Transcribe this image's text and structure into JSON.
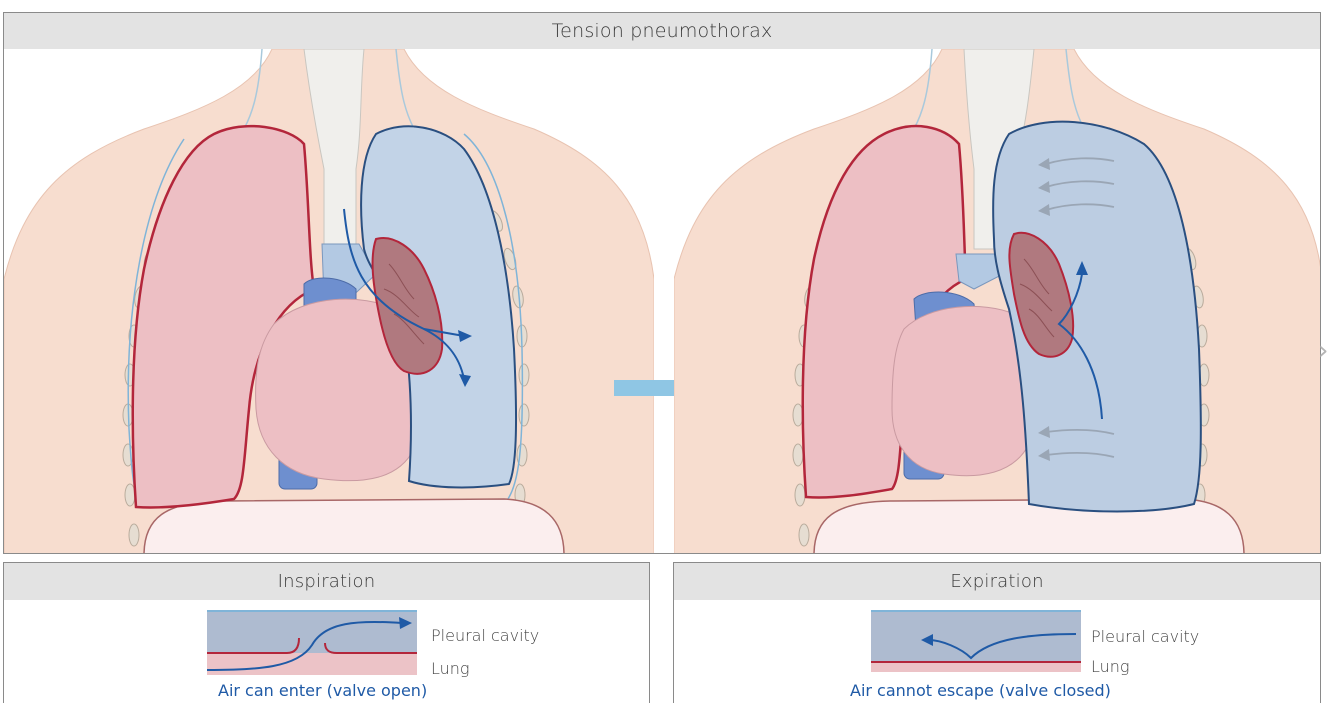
{
  "header": {
    "title": "Tension pneumothorax"
  },
  "inspiration": {
    "title": "Inspiration",
    "label_pleural": "Pleural cavity",
    "label_lung": "Lung",
    "caption": "Air can enter (valve open)"
  },
  "expiration": {
    "title": "Expiration",
    "label_pleural": "Pleural cavity",
    "label_lung": "Lung",
    "caption": "Air cannot escape (valve closed)"
  },
  "colors": {
    "skin": "#f7ddcf",
    "lung_healthy": "#edbfc4",
    "lung_collapsed": "#b9cbe0",
    "outline_red": "#b3263b",
    "outline_blue": "#2a4f80",
    "arrow_blue": "#1f5aa6",
    "transition_arrow": "#8fc6e4"
  }
}
